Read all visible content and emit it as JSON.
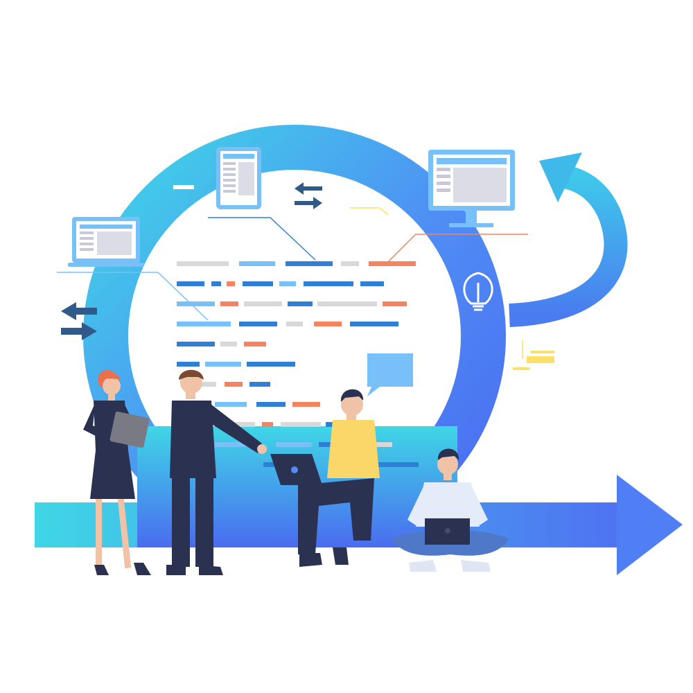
{
  "scene": {
    "description_visible_text": "",
    "colors": {
      "cyan": "#3fd6e6",
      "blue": "#4f8cf5",
      "indigo": "#4a6cf0",
      "navy": "#2b3150",
      "orange": "#f4845f",
      "light_blue": "#78c0f8",
      "gray": "#d8d8d8",
      "yellow": "#fbe16a",
      "skin": "#f0c2a6",
      "hair_dark": "#2b2a3a",
      "hair_red": "#e8704d"
    },
    "icons": [
      "laptop-icon",
      "tablet-document-icon",
      "monitor-icon",
      "lightbulb-icon",
      "arrow-swap-icon",
      "curved-arrow-icon",
      "right-arrow-icon",
      "speech-bubble-icon"
    ],
    "people": [
      "woman-with-tablet",
      "man-pointing",
      "man-sitting-with-laptop",
      "man-crosslegged-with-laptop"
    ]
  }
}
